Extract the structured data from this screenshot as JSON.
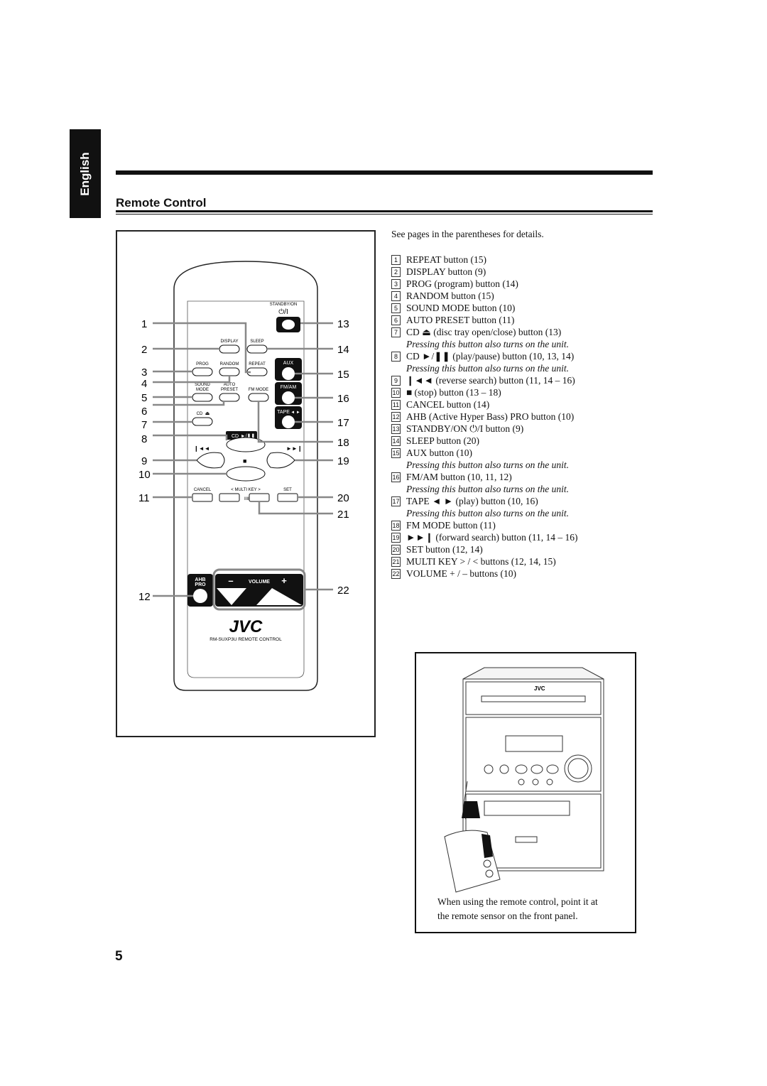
{
  "language_tab": "English",
  "section_title": "Remote Control",
  "intro": "See pages in the parentheses for details.",
  "remote": {
    "standby_label": "STANDBY/ON",
    "display_label": "DISPLAY",
    "sleep_label": "SLEEP",
    "prog_label": "PROG",
    "random_label": "RANDOM",
    "repeat_label": "REPEAT",
    "aux_label": "AUX",
    "sound_label": "SOUND",
    "mode_label": "MODE",
    "auto_label": "AUTO",
    "preset_label": "PRESET",
    "fm_mode_label": "FM MODE",
    "fm_am_label": "FM/AM",
    "tape_label": "TAPE",
    "cd_eject_label": "CD",
    "cd_play_label": "CD",
    "cancel_label": "CANCEL",
    "multi_key_label": "MULTI KEY",
    "set_label": "SET",
    "ahb_label": "AHB",
    "pro_label": "PRO",
    "volume_label": "VOLUME",
    "brand": "JVC",
    "model": "RM-SUXP3U REMOTE CONTROL"
  },
  "callouts_left": [
    "1",
    "2",
    "3",
    "4",
    "5",
    "6",
    "7",
    "8",
    "9",
    "10",
    "11",
    "12"
  ],
  "callouts_right": [
    "13",
    "14",
    "15",
    "16",
    "17",
    "18",
    "19",
    "20",
    "21",
    "22"
  ],
  "items": [
    {
      "n": "1",
      "text": "REPEAT button (15)"
    },
    {
      "n": "2",
      "text": "DISPLAY button (9)"
    },
    {
      "n": "3",
      "text": "PROG (program) button (14)"
    },
    {
      "n": "4",
      "text": "RANDOM button (15)"
    },
    {
      "n": "5",
      "text": "SOUND MODE button (10)"
    },
    {
      "n": "6",
      "text": "AUTO PRESET button (11)"
    },
    {
      "n": "7",
      "text": "CD ⏏ (disc tray open/close) button (13)"
    },
    {
      "note": "Pressing this button also turns on the unit."
    },
    {
      "n": "8",
      "text": "CD ►/❚❚ (play/pause) button (10, 13, 14)"
    },
    {
      "note": "Pressing this button also turns on the unit."
    },
    {
      "n": "9",
      "text": "❙◄◄ (reverse search) button (11, 14 – 16)"
    },
    {
      "n": "10",
      "text": "■ (stop) button (13 – 18)"
    },
    {
      "n": "11",
      "text": "CANCEL button (14)"
    },
    {
      "n": "12",
      "text": "AHB (Active Hyper Bass) PRO button (10)"
    },
    {
      "n": "13",
      "text": "STANDBY/ON ⏻/I button (9)"
    },
    {
      "n": "14",
      "text": "SLEEP button (20)"
    },
    {
      "n": "15",
      "text": "AUX button (10)"
    },
    {
      "note": "Pressing this button also turns on the unit."
    },
    {
      "n": "16",
      "text": "FM/AM button (10, 11, 12)"
    },
    {
      "note": "Pressing this button also turns on the unit."
    },
    {
      "n": "17",
      "text": "TAPE ◄ ► (play) button (10, 16)"
    },
    {
      "note": "Pressing this button also turns on the unit."
    },
    {
      "n": "18",
      "text": "FM MODE button (11)"
    },
    {
      "n": "19",
      "text": "►►❙ (forward search) button (11, 14 – 16)"
    },
    {
      "n": "20",
      "text": "SET button (12, 14)"
    },
    {
      "n": "21",
      "text": "MULTI KEY > / < buttons (12, 14, 15)"
    },
    {
      "n": "22",
      "text": "VOLUME + / – buttons (10)"
    }
  ],
  "unit_caption_line1": "When using the remote control, point it at",
  "unit_caption_line2": "the remote sensor on the front panel.",
  "page_number": "5"
}
